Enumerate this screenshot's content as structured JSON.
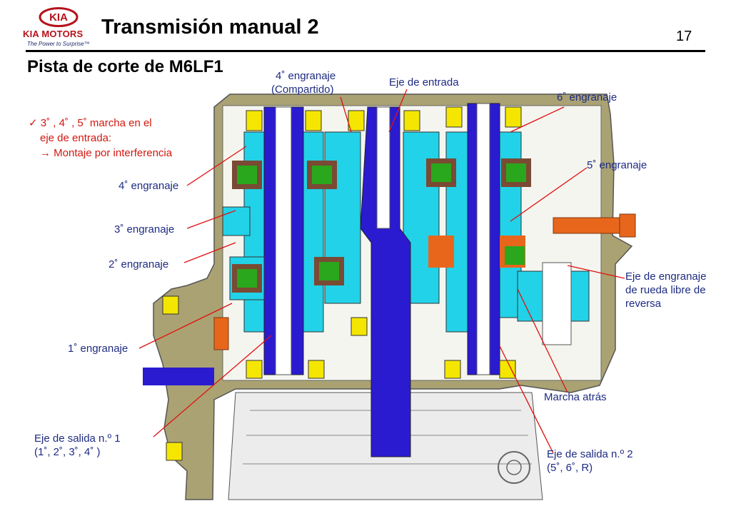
{
  "logo": {
    "brand_word": "KIA",
    "company": "KIA MOTORS",
    "tagline": "The Power to Surprise™"
  },
  "slide": {
    "title": "Transmisión manual 2",
    "page_number": "17",
    "subtitle": "Pista de corte de M6LF1"
  },
  "note": {
    "line1": "✓ 3˚ , 4˚ , 5˚ marcha en el",
    "line2": "eje de entrada:",
    "line3": "→ Montaje por interferencia"
  },
  "labels": {
    "gear4_shared_1": "4˚ engranaje",
    "gear4_shared_2": "(Compartido)",
    "input_shaft": "Eje de entrada",
    "gear6": "6˚ engranaje",
    "gear5": "5˚ engranaje",
    "gear4": "4˚ engranaje",
    "gear3": "3˚ engranaje",
    "gear2": "2˚ engranaje",
    "gear1": "1˚ engranaje",
    "reverse_idler_1": "Eje de engranaje",
    "reverse_idler_2": "de rueda libre de",
    "reverse_idler_3": "reversa",
    "reverse": "Marcha atrás",
    "output1_1": "Eje de salida n.º 1",
    "output1_2": "(1˚, 2˚, 3˚, 4˚ )",
    "output2_1": "Eje de salida n.º 2",
    "output2_2": "(5˚, 6˚, R)"
  },
  "colors": {
    "label_blue": "#1d2b82",
    "note_red": "#d0180f",
    "leader_red": "#e01010",
    "brand_red": "#b5121b",
    "case_khaki": "#aaa273",
    "gear_cyan": "#22d2e8",
    "shaft_blue": "#2a1bd0",
    "bearing_yellow": "#f4e600",
    "synchro_green": "#2aa71c",
    "synchro_brown": "#7a4a34",
    "reverse_orange": "#e8661c"
  }
}
